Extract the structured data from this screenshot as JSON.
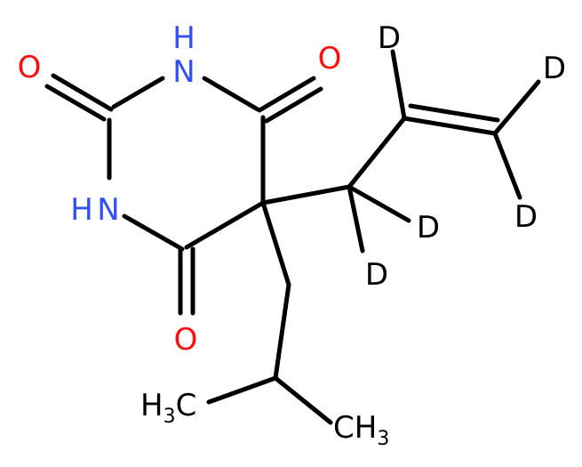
{
  "molecule": {
    "atoms": {
      "n1": "H",
      "n1b": "N",
      "n3": "H",
      "n3b": "N",
      "o_top_right": "O",
      "o_left": "O",
      "o_bottom": "O",
      "d_vinyl_ch": "D",
      "d_vinyl_term_top": "D",
      "d_vinyl_term_bottom": "D",
      "d_allyl_ch2_a": "D",
      "d_allyl_ch2_b": "D",
      "ch3_left": "H",
      "ch3_left_sub": "3",
      "ch3_left_c": "C",
      "ch3_right": "CH",
      "ch3_right_sub": "3"
    },
    "colors": {
      "bond": "#000000",
      "nitrogen": "#3050F8",
      "oxygen": "#FF0D0D",
      "carbon": "#000000",
      "deuterium": "#000000"
    }
  }
}
